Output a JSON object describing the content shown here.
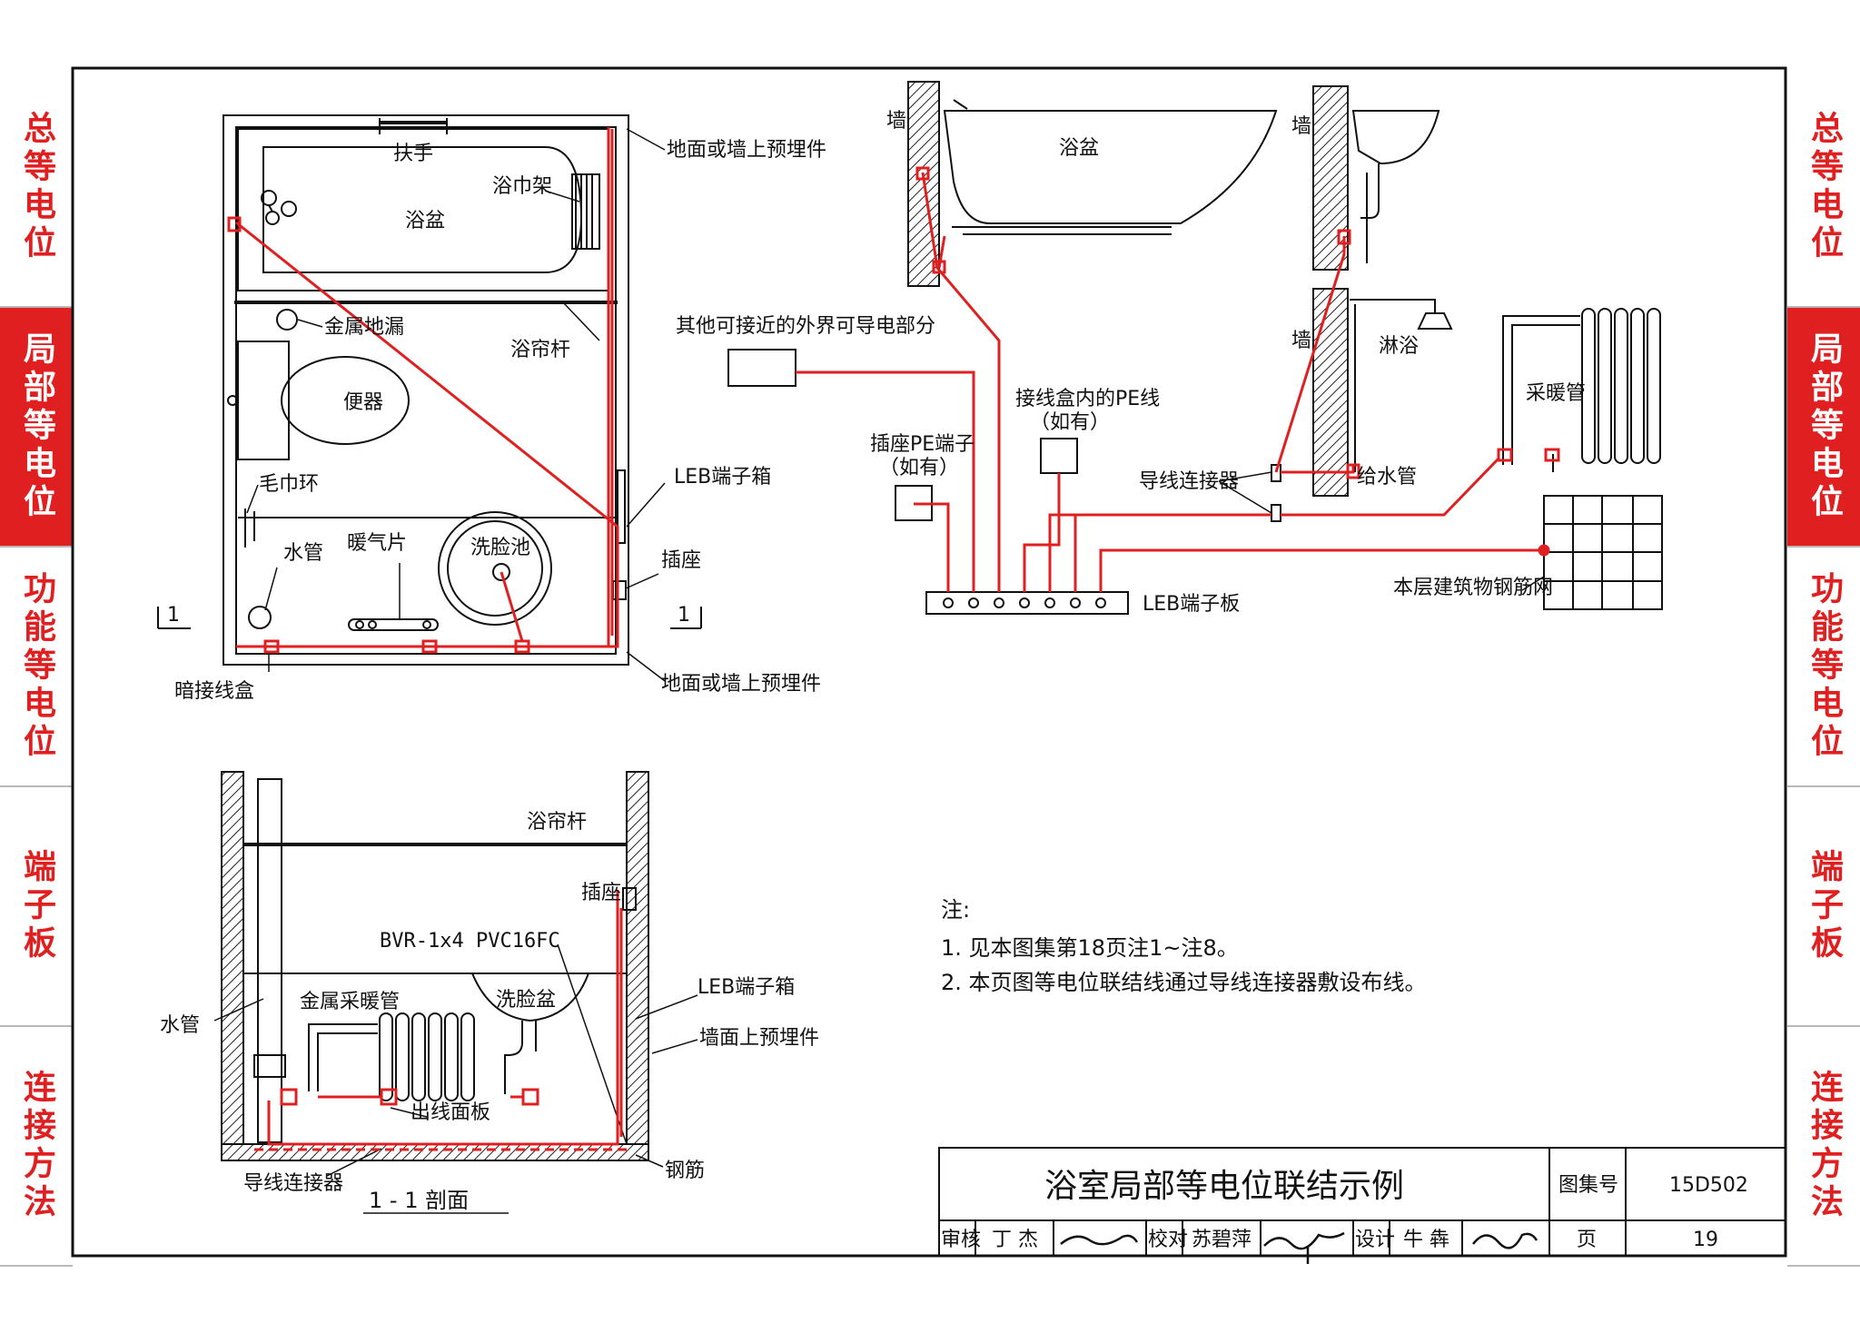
{
  "sidebar": {
    "items": [
      {
        "label": "总等电位",
        "active": false
      },
      {
        "label": "局部等电位",
        "active": true
      },
      {
        "label": "功能等电位",
        "active": false
      },
      {
        "label": "端子板",
        "active": false
      },
      {
        "label": "连接方法",
        "active": false
      }
    ]
  },
  "colors": {
    "accent": "#e02020",
    "wire": "#e02020",
    "line": "#111111"
  },
  "plan": {
    "handrail": "扶手",
    "bathtub": "浴盆",
    "towel_rack": "浴巾架",
    "embedded_top": "地面或墙上预埋件",
    "metal_drain": "金属地漏",
    "curtain_rod": "浴帘杆",
    "toilet": "便器",
    "towel_ring": "毛巾环",
    "leb_box": "LEB端子箱",
    "water_pipe": "水管",
    "radiator": "暖气片",
    "washbasin": "洗脸池",
    "socket": "插座",
    "section_mark": "1",
    "junction_box": "暗接线盒",
    "embedded_bottom": "地面或墙上预埋件"
  },
  "system": {
    "wall1": "墙",
    "tub": "浴盆",
    "wall2": "墙",
    "wall3": "墙",
    "shower": "淋浴",
    "other_parts": "其他可接近的外界可导电部分",
    "pe_in_box": "接线盒内的PE线",
    "if_any_1": "（如有）",
    "socket_pe": "插座PE端子",
    "if_any_2": "（如有）",
    "wire_connector": "导线连接器",
    "supply_pipe": "给水管",
    "heating_pipe": "采暖管",
    "rebar_mesh": "本层建筑物钢筋网",
    "leb_board": "LEB端子板"
  },
  "section": {
    "curtain_rod": "浴帘杆",
    "socket": "插座",
    "cable_spec": "BVR-1x4  PVC16FC",
    "leb_box": "LEB端子箱",
    "metal_heating": "金属采暖管",
    "washbasin": "洗脸盆",
    "water_pipe": "水管",
    "wall_embedded": "墙面上预埋件",
    "outlet_panel": "出线面板",
    "wire_connector": "导线连接器",
    "rebar": "钢筋",
    "title": "1 - 1 剖面"
  },
  "notes": {
    "heading": "注:",
    "line1": "1. 见本图集第18页注1~注8。",
    "line2": "2. 本页图等电位联结线通过导线连接器敷设布线。"
  },
  "titleblock": {
    "title": "浴室局部等电位联结示例",
    "atlas_label": "图集号",
    "atlas_no": "15D502",
    "review_label": "审核",
    "review_name": "丁 杰",
    "check_label": "校对",
    "check_name": "苏碧萍",
    "design_label": "设计",
    "design_name": "牛 犇",
    "page_label": "页",
    "page_no": "19"
  }
}
